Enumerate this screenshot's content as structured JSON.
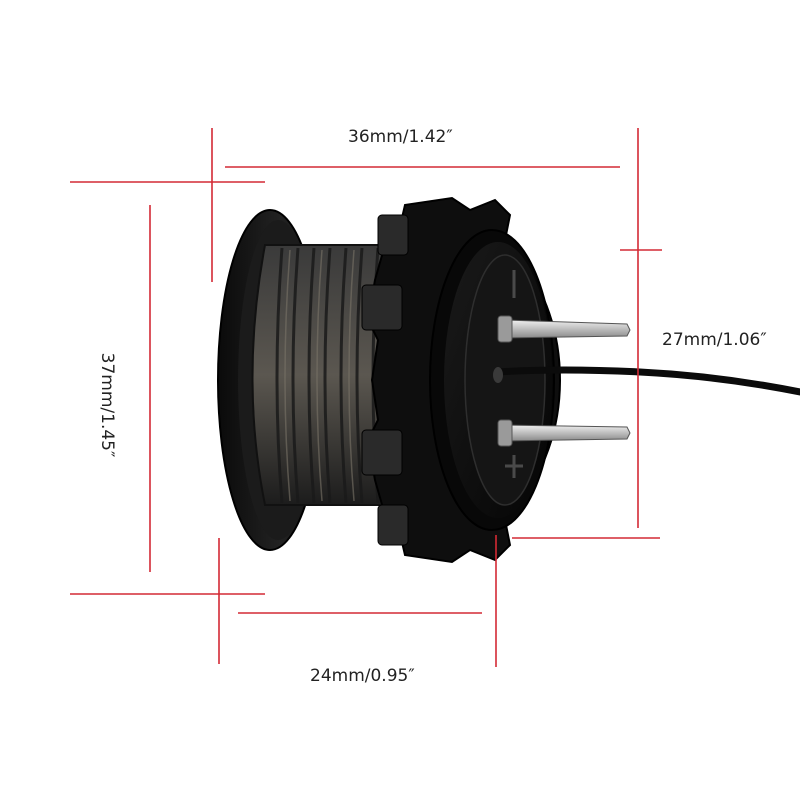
{
  "dimensions": {
    "width_label": "36mm/1.42″",
    "height_label": "37mm/1.45″",
    "face_diameter_label": "27mm/1.06″",
    "depth_label": "24mm/0.95″"
  },
  "colors": {
    "dimension_line": "#d42a35",
    "body_dark": "#141414",
    "thread": "#2b2b2b",
    "terminal": "#c9c9c9",
    "cable": "#111111",
    "background": "#ffffff"
  },
  "icons": {
    "product": "dc-socket-icon",
    "terminals": "spade-terminal-icon"
  }
}
